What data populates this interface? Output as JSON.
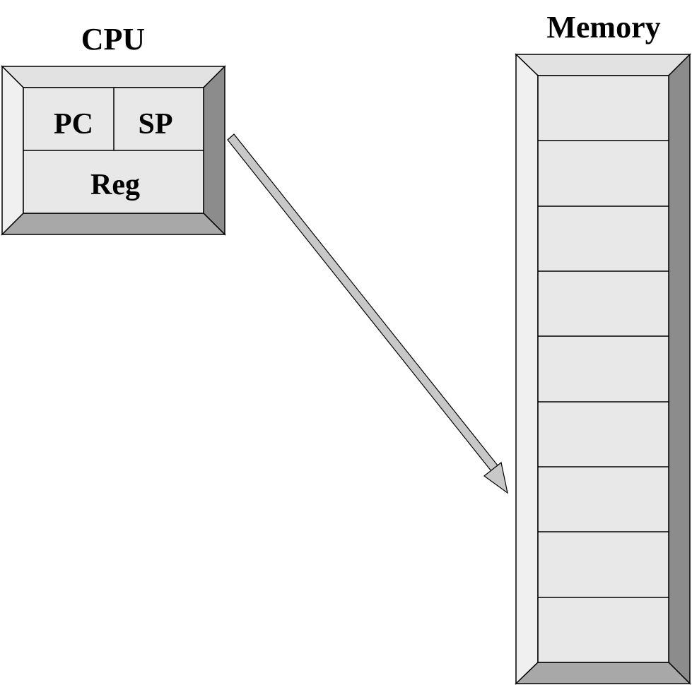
{
  "cpu": {
    "title": "CPU",
    "registers": {
      "pc": "PC",
      "sp": "SP",
      "reg": "Reg"
    }
  },
  "memory": {
    "title": "Memory",
    "cell_count": 9
  },
  "colors": {
    "bevel_light": "#f0f0f0",
    "bevel_top": "#e2e2e2",
    "bevel_dark": "#8c8c8c",
    "bevel_bottom": "#a8a8a8",
    "face": "#e8e8e8",
    "arrow": "#c8c8c8",
    "stroke": "#000000"
  }
}
